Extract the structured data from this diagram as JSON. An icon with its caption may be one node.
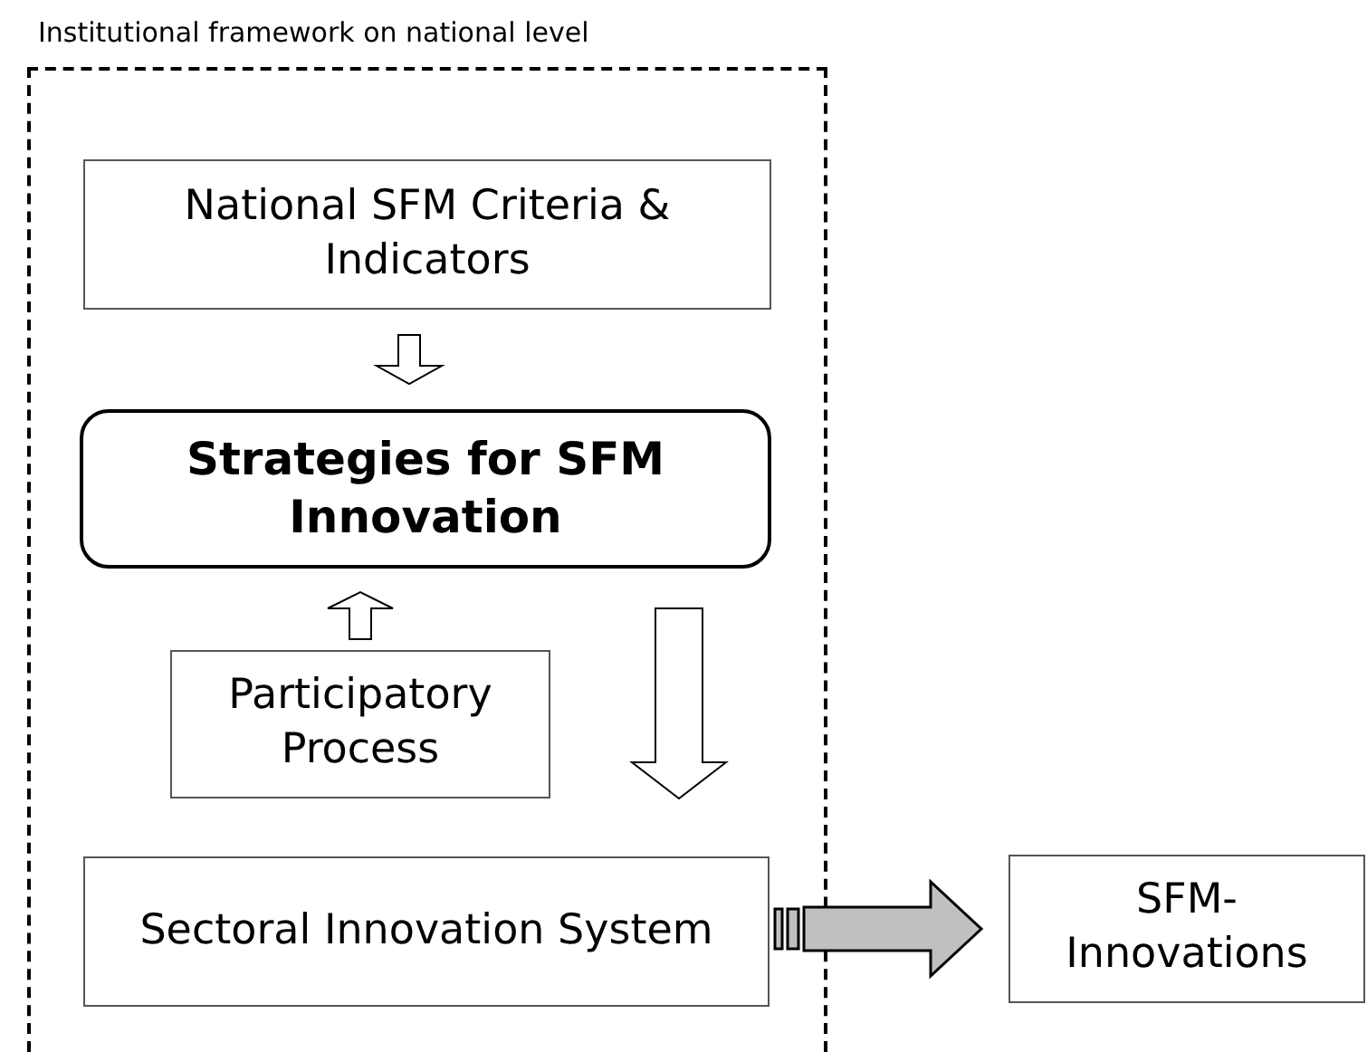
{
  "diagram": {
    "nodes": [
      {
        "text": [
          "Institutional framework on national level"
        ]
      },
      {
        "text": [
          "National SFM Criteria & Indicators"
        ],
        "in": 0
      },
      {
        "text": [
          "Strategies for SFM Innovation"
        ],
        "in": 0
      },
      {
        "text": [
          "Participatory Process"
        ],
        "in": 0
      },
      {
        "text": [
          "Sectoral Innovation System"
        ],
        "in": 0
      },
      {
        "text": [
          "SFM- Innovations"
        ]
      }
    ],
    "edges": [
      {
        "from": 1,
        "to": 2,
        "arrow": "to"
      },
      {
        "from": 3,
        "to": 2,
        "arrow": "to"
      },
      {
        "from": 2,
        "to": 4,
        "arrow": "to"
      },
      {
        "from": 4,
        "to": 5,
        "arrow": "to",
        "style": "thick",
        "color": "#c0c0c0"
      }
    ]
  }
}
